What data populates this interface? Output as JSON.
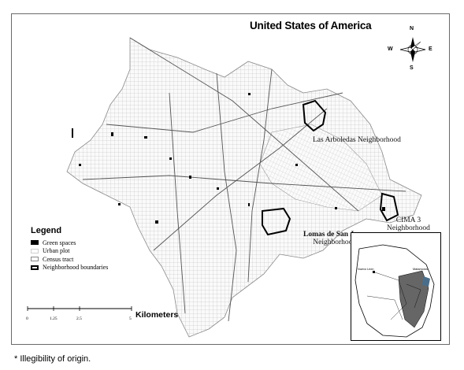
{
  "map": {
    "title": "United States of America",
    "compass": {
      "north": "N",
      "south": "S",
      "east": "E",
      "west": "W"
    },
    "neighborhoods": [
      {
        "line1": "Las Arboledas Neighborhood",
        "line2": ""
      },
      {
        "line1": "CIMA 3",
        "line2": "Neighborhood"
      },
      {
        "line1": "Lomas de San Juan",
        "line2": "Neighborhood"
      }
    ],
    "legend": {
      "title": "Legend",
      "items": [
        {
          "label": "Green spaces",
          "swatch": "#000000"
        },
        {
          "label": "Urban plot",
          "swatch": "#ffffff"
        },
        {
          "label": "Census tract",
          "swatch": "#ffffff"
        },
        {
          "label": "Neighborhood boundaries",
          "swatch": "#000000"
        }
      ]
    },
    "scale": {
      "ticks": [
        "0",
        "1.25",
        "2.5",
        "5"
      ],
      "unit": "Kilometers"
    },
    "inset": {
      "labels": [
        "Nuevo León",
        "Matamoros"
      ]
    }
  },
  "footnote": "* Illegibility of origin."
}
